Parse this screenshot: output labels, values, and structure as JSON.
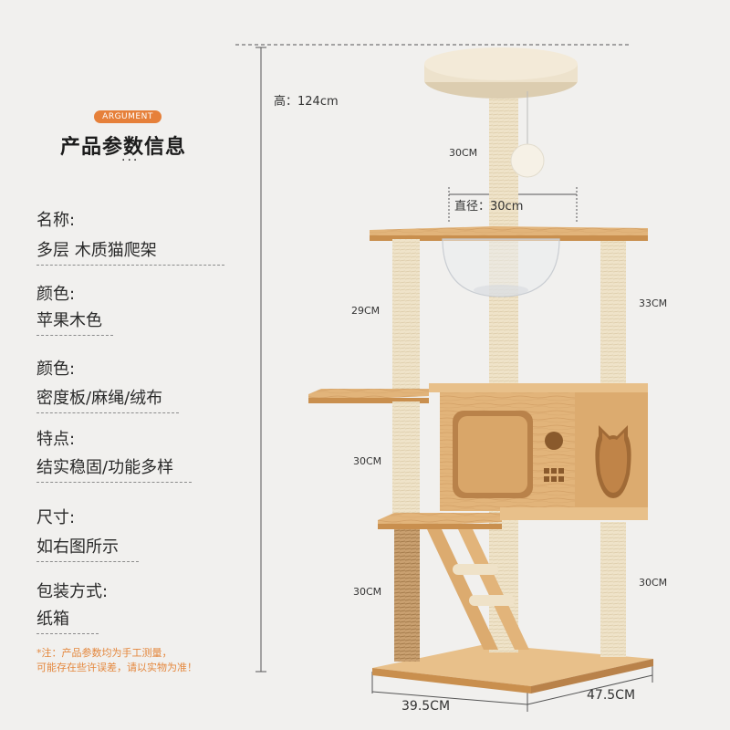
{
  "header": {
    "badge": "ARGUMENT",
    "title": "产品参数信息",
    "dots": "···"
  },
  "specs": [
    {
      "label": "名称:",
      "value": "多层 木质猫爬架"
    },
    {
      "label": "颜色:",
      "value": "苹果木色"
    },
    {
      "label": "颜色:",
      "value": "密度板/麻绳/绒布"
    },
    {
      "label": "特点:",
      "value": "结实稳固/功能多样"
    },
    {
      "label": "尺寸:",
      "value": "如右图所示"
    },
    {
      "label": "包装方式:",
      "value": "纸箱"
    }
  ],
  "note": {
    "line1": "*注：产品参数均为手工测量，",
    "line2": "可能存在些许误差，请以实物为准！"
  },
  "dimensions": {
    "height": "高：124cm",
    "top_post": "30CM",
    "diameter": "直径：30cm",
    "left_upper": "29CM",
    "right_upper": "33CM",
    "left_middle": "30CM",
    "left_lower": "30CM",
    "right_lower": "30CM",
    "width": "39.5CM",
    "depth": "47.5CM"
  },
  "colors": {
    "accent": "#e6803a",
    "wood": "#e2b47a",
    "wood_dark": "#c98f4e",
    "sisal": "#efe2c8",
    "plush": "#ede2cc"
  }
}
